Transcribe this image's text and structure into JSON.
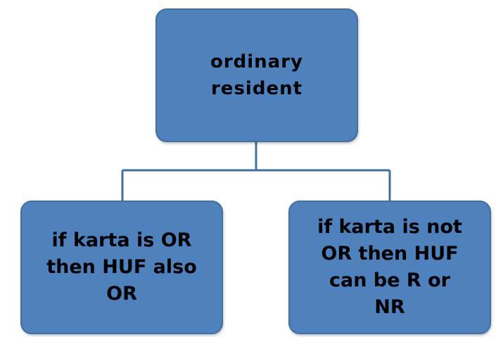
{
  "diagram": {
    "root": {
      "label": "ordinary\nresident"
    },
    "children": [
      {
        "label": "if karta is OR\nthen HUF also\nOR"
      },
      {
        "label": "if karta is not\nOR  then HUF\ncan  be R or\nNR"
      }
    ],
    "colors": {
      "node_fill": "#4f81bd",
      "node_border": "#41709f",
      "connector": "#41709f",
      "text": "#000000"
    }
  }
}
